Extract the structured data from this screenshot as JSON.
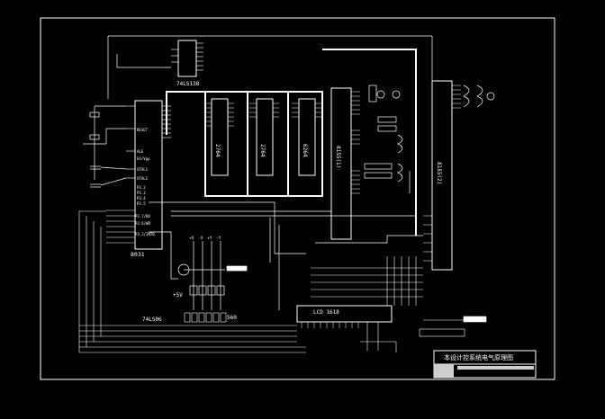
{
  "labels": {
    "chip_74ls138": "74LS138",
    "chip_8031": "8031",
    "chip_74ls06": "74LS06",
    "chip_2764_a": "2764",
    "chip_2764_b": "2764",
    "chip_6264": "6264",
    "chip_8155_a": "8155(1)",
    "chip_8155_b": "8155(2)",
    "lcd": "LCD 1618",
    "plus5v": "+5V",
    "res560": "560",
    "pin_ale": "ALE",
    "pin_ea": "EA/Vpp",
    "pin_xtal1": "XTAL1",
    "pin_xtal2": "XTAL2",
    "pin_reset": "RESET",
    "pin_p32": "P3.2",
    "pin_p33": "P3.3",
    "pin_p34": "P3.4",
    "pin_p35": "P3.5",
    "pin_rd": "P3.7/RD",
    "pin_wr": "P3.6/WR",
    "pin_int0": "P3.2/INT0",
    "axis_x_plus": "+X",
    "axis_x_minus": "-X",
    "axis_y_plus": "+Y",
    "axis_y_minus": "-Y",
    "title_block": "本设计控系统电气原理图"
  },
  "colors": {
    "background": "#000000",
    "line": "#ffffff",
    "title_fill": "#cfcfcf"
  }
}
